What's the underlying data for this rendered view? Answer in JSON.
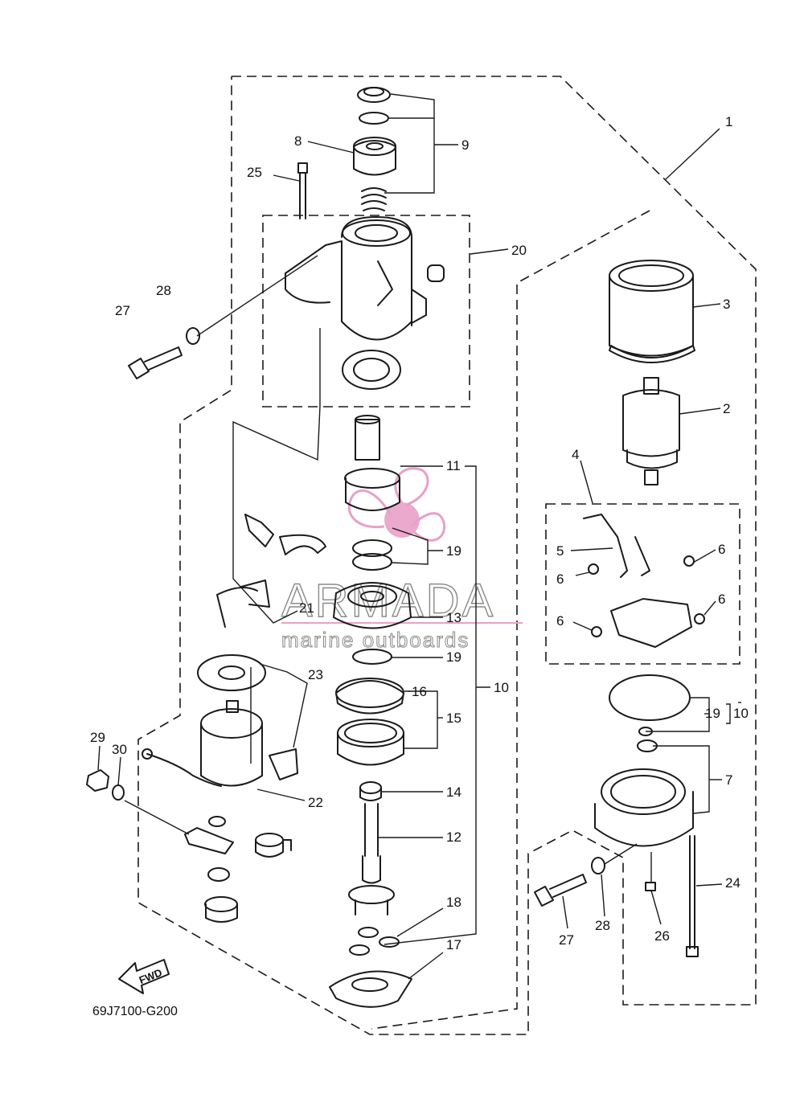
{
  "diagram_code": "69J7100-G200",
  "fwd_label": "FWD",
  "watermark": {
    "brand": "ARMADA",
    "tagline": "marine outboards",
    "color": "#e8a0c8"
  },
  "callouts": {
    "c1": "1",
    "c2": "2",
    "c3": "3",
    "c4": "4",
    "c5": "5",
    "c6a": "6",
    "c6b": "6",
    "c6c": "6",
    "c6d": "6",
    "c7": "7",
    "c8": "8",
    "c9": "9",
    "c10a": "10",
    "c10b": "10",
    "c11": "11",
    "c12": "12",
    "c13": "13",
    "c14": "14",
    "c15": "15",
    "c16": "16",
    "c17": "17",
    "c18": "18",
    "c19a": "19",
    "c19b": "19",
    "c19c": "19",
    "c20": "20",
    "c21": "21",
    "c22": "22",
    "c23": "23",
    "c24": "24",
    "c25": "25",
    "c26": "26",
    "c27a": "27",
    "c27b": "27",
    "c28a": "28",
    "c28b": "28",
    "c29": "29",
    "c30": "30"
  }
}
